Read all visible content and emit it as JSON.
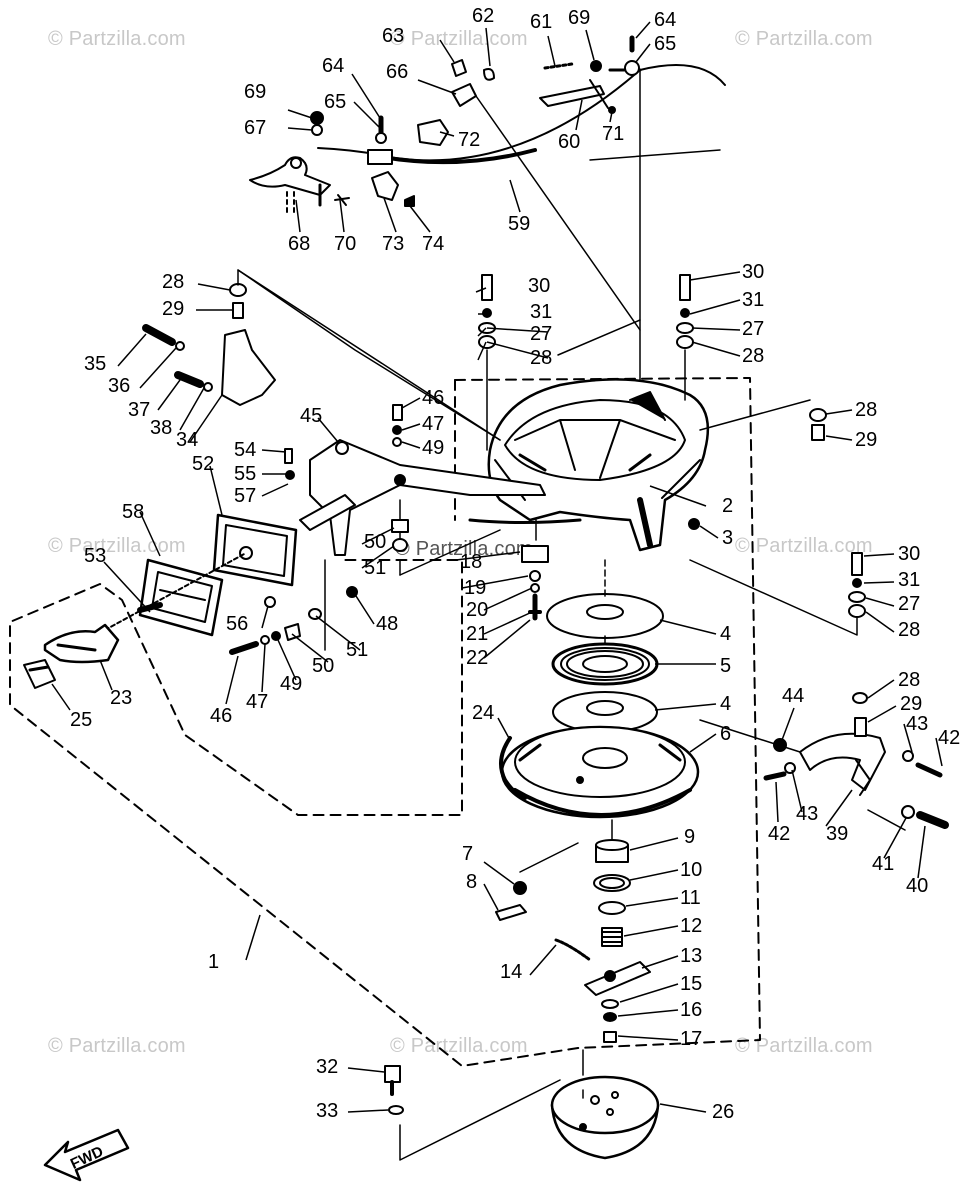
{
  "watermarks": {
    "partzilla": "© Partzilla.com",
    "partzilla_center": "© Partzilla.com"
  },
  "fwd_label": "FWD",
  "callouts": {
    "c1": "1",
    "c2": "2",
    "c3": "3",
    "c4a": "4",
    "c4b": "4",
    "c5": "5",
    "c6": "6",
    "c7": "7",
    "c8": "8",
    "c9": "9",
    "c10": "10",
    "c11": "11",
    "c12": "12",
    "c13": "13",
    "c14": "14",
    "c15": "15",
    "c16": "16",
    "c17": "17",
    "c18": "18",
    "c19": "19",
    "c20": "20",
    "c21": "21",
    "c22": "22",
    "c23": "23",
    "c24": "24",
    "c25": "25",
    "c26": "26",
    "c27a": "27",
    "c27b": "27",
    "c27c": "27",
    "c28a": "28",
    "c28b": "28",
    "c28c": "28",
    "c28d": "28",
    "c28e": "28",
    "c28f": "28",
    "c29a": "29",
    "c29b": "29",
    "c29c": "29",
    "c30a": "30",
    "c30b": "30",
    "c30c": "30",
    "c31a": "31",
    "c31b": "31",
    "c31c": "31",
    "c32": "32",
    "c33": "33",
    "c34": "34",
    "c35": "35",
    "c36": "36",
    "c37": "37",
    "c38": "38",
    "c39": "39",
    "c40": "40",
    "c41": "41",
    "c42a": "42",
    "c42b": "42",
    "c43a": "43",
    "c43b": "43",
    "c44": "44",
    "c45": "45",
    "c46a": "46",
    "c46b": "46",
    "c47a": "47",
    "c47b": "47",
    "c48": "48",
    "c49a": "49",
    "c49b": "49",
    "c50a": "50",
    "c50b": "50",
    "c51a": "51",
    "c51b": "51",
    "c52": "52",
    "c53": "53",
    "c54": "54",
    "c55": "55",
    "c56": "56",
    "c57": "57",
    "c58": "58",
    "c59": "59",
    "c60": "60",
    "c61": "61",
    "c62": "62",
    "c63": "63",
    "c64a": "64",
    "c64b": "64",
    "c65a": "65",
    "c65b": "65",
    "c66": "66",
    "c67": "67",
    "c68": "68",
    "c69a": "69",
    "c69b": "69",
    "c70": "70",
    "c71": "71",
    "c72": "72",
    "c73": "73",
    "c74": "74"
  }
}
